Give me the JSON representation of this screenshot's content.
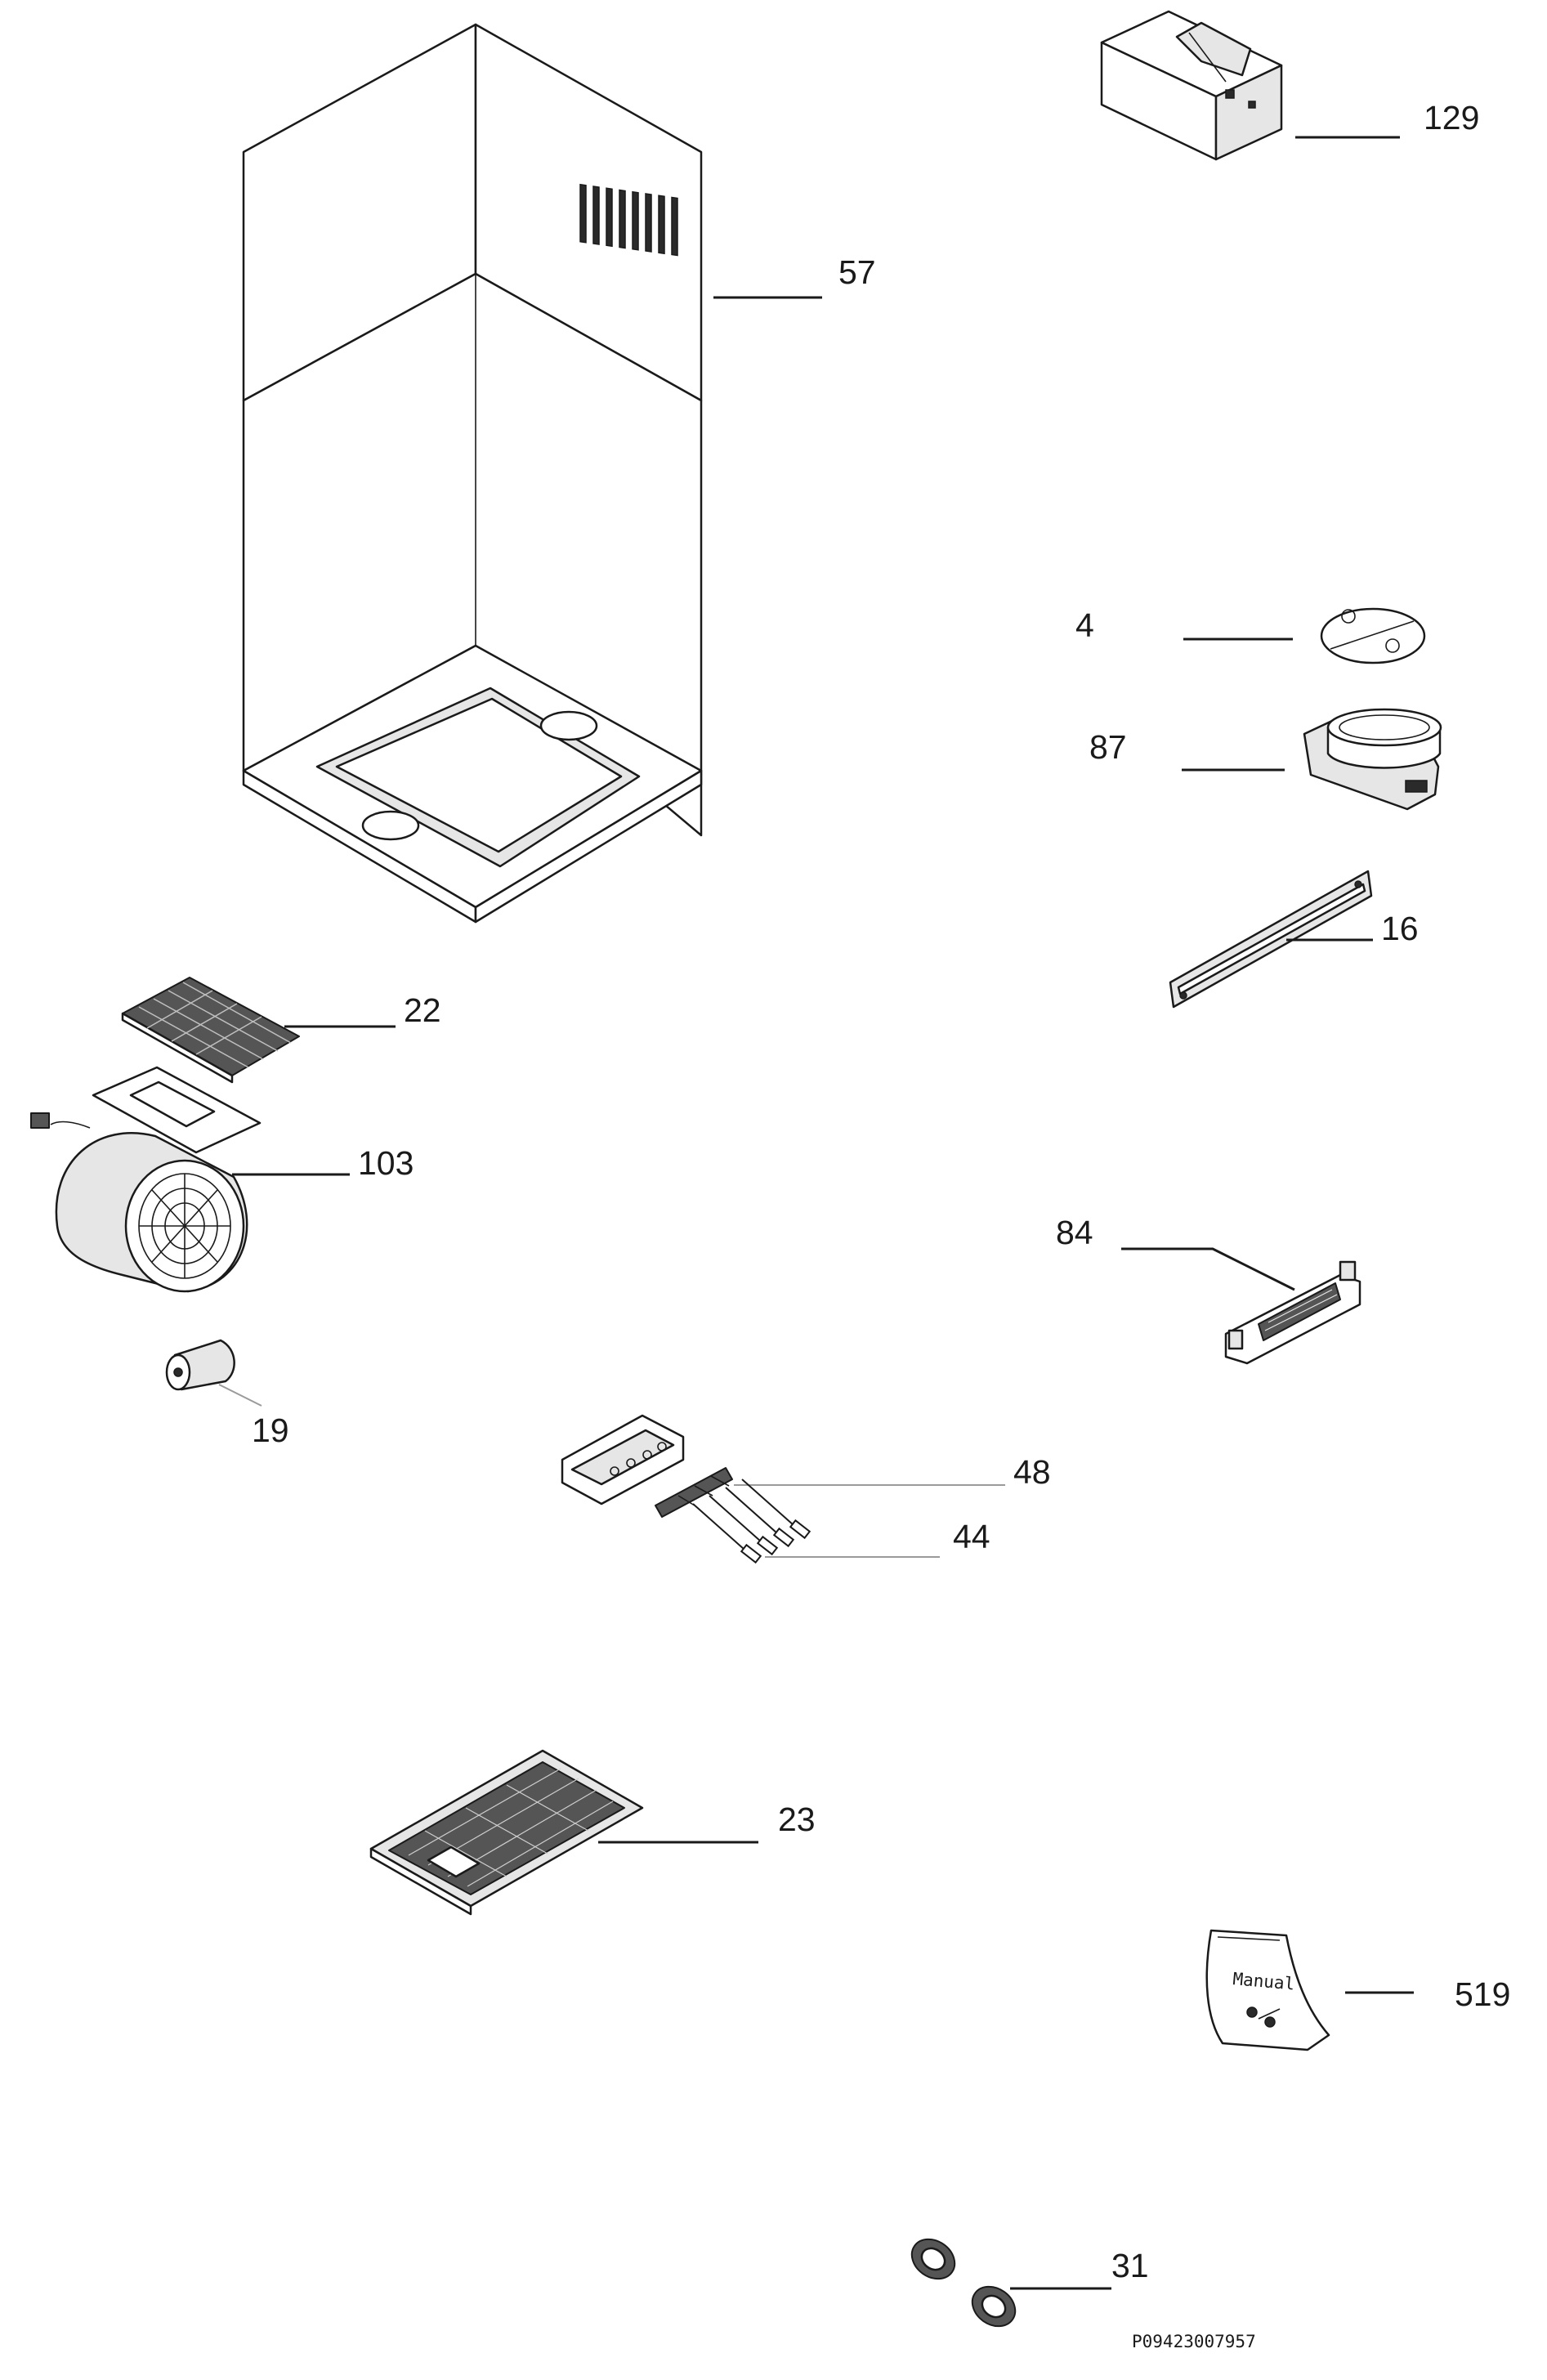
{
  "diagram": {
    "drawing_code": "P09423007957",
    "parts": [
      {
        "id": "hood",
        "label": "57"
      },
      {
        "id": "duct-box",
        "label": "129"
      },
      {
        "id": "valve-disc",
        "label": "4"
      },
      {
        "id": "duct-adapter",
        "label": "87"
      },
      {
        "id": "bracket",
        "label": "16"
      },
      {
        "id": "carbon-filter",
        "label": "22"
      },
      {
        "id": "blower",
        "label": "103"
      },
      {
        "id": "capacitor",
        "label": "19"
      },
      {
        "id": "transformer",
        "label": "84"
      },
      {
        "id": "switch",
        "label": "48"
      },
      {
        "id": "knobs",
        "label": "44"
      },
      {
        "id": "grease-filter",
        "label": "23"
      },
      {
        "id": "accessory-bag",
        "label": "519"
      },
      {
        "id": "bag-print",
        "label": "Manual"
      },
      {
        "id": "lamps",
        "label": "31"
      }
    ]
  }
}
